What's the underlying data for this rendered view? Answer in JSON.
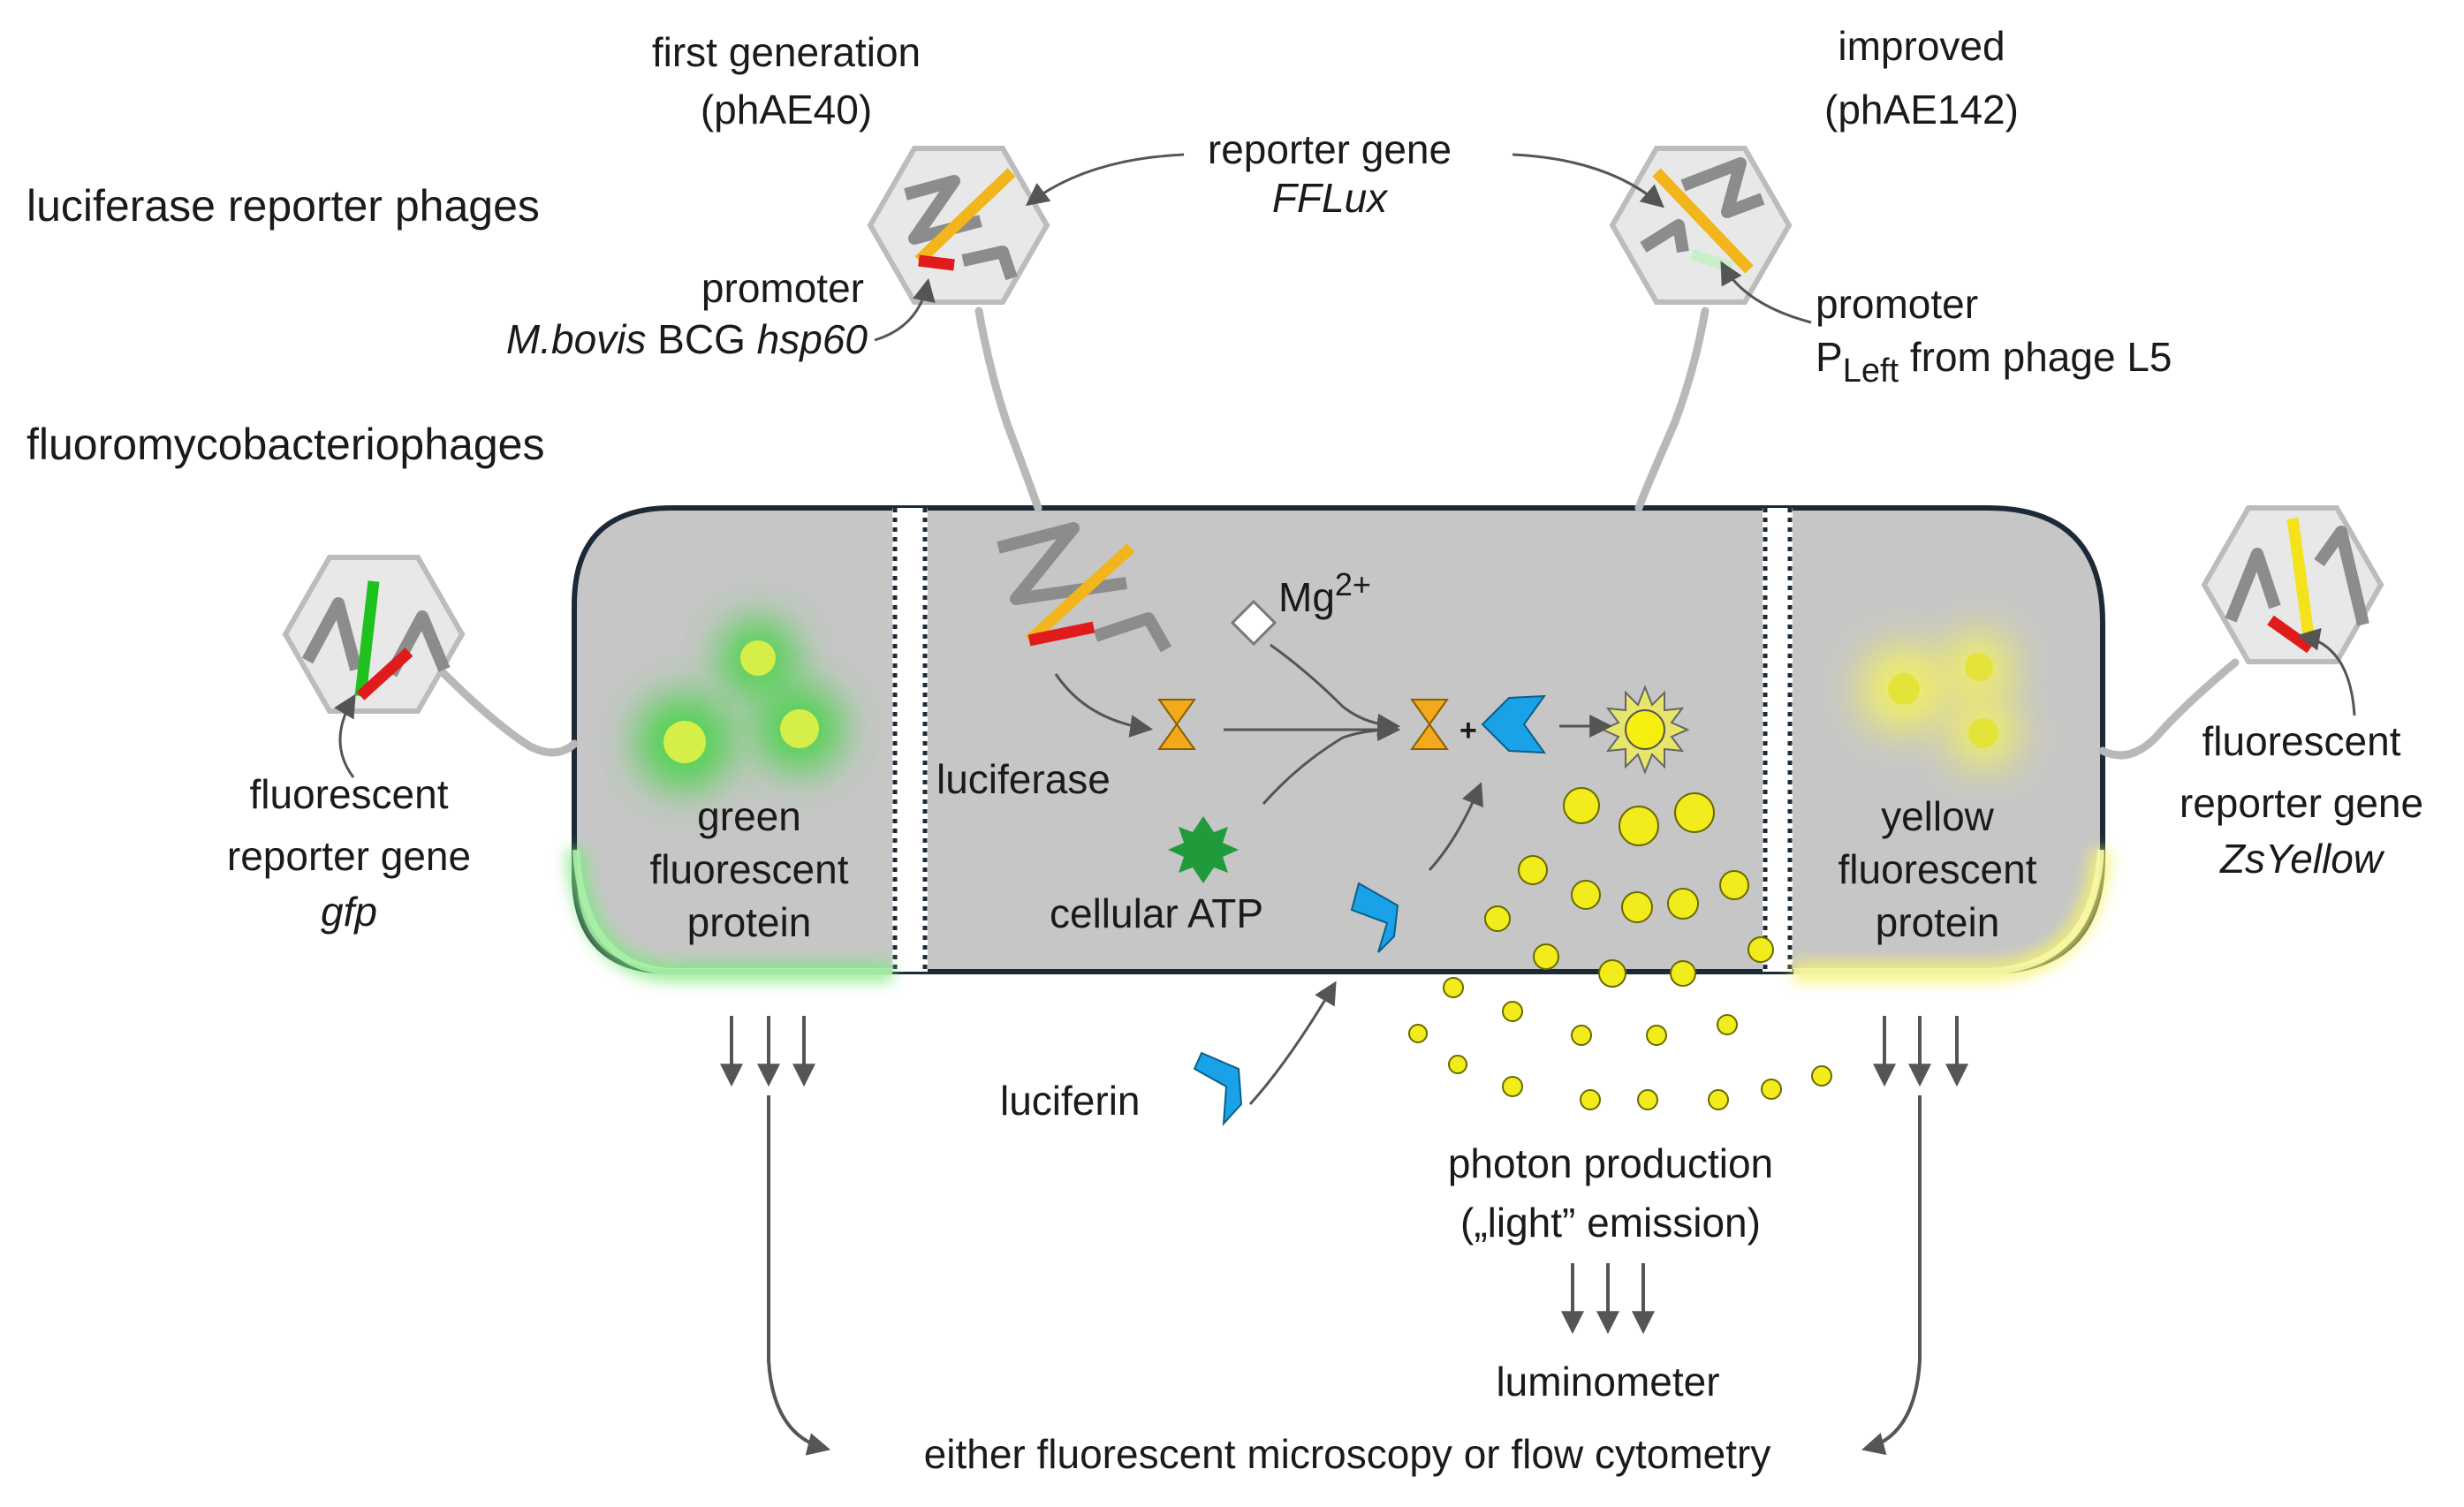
{
  "sections": {
    "luciferase_title": "luciferase  reporter phages",
    "fluoro_title": "fluoromycobacteriophages"
  },
  "phage_first": {
    "label_1": "first generation",
    "label_2": "(phAE40)",
    "promoter_label": "promoter",
    "promoter_source_1": "M.bovis",
    "promoter_source_2": " BCG ",
    "promoter_source_3": "hsp60"
  },
  "reporter_gene": {
    "label": "reporter gene",
    "name": "FFLux"
  },
  "phage_improved": {
    "label_1": "improved",
    "label_2": "(phAE142)",
    "promoter_label": "promoter",
    "promoter_p": "P",
    "promoter_sub": "Left",
    "promoter_rest": " from phage L5"
  },
  "left_phage": {
    "label_1": "fluorescent",
    "label_2": "reporter gene",
    "gene": "gfp"
  },
  "right_phage": {
    "label_1": "fluorescent",
    "label_2": "reporter gene",
    "gene": "ZsYellow"
  },
  "cell": {
    "left_text_1": "green",
    "left_text_2": "fluorescent",
    "left_text_3": "protein",
    "right_text_1": "yellow",
    "right_text_2": "fluorescent",
    "right_text_3": "protein",
    "luciferase": "luciferase",
    "atp": "cellular ATP",
    "mg": "Mg",
    "mg_sup": "2+",
    "plus": "+"
  },
  "outputs": {
    "luciferin": "luciferin",
    "photon_1": "photon production",
    "photon_2": "(„light” emission)",
    "luminometer": "luminometer",
    "readout": "either fluorescent  microscopy  or  flow cytometry"
  },
  "colors": {
    "cell_fill": "#c6c6c6",
    "cell_border": "#1c2a38",
    "luciferase_gene": "#f2b51b",
    "promoter_red": "#e01b1b",
    "gfp_green": "#1fc11f",
    "zsyellow": "#f4e21a",
    "luciferin_blue": "#1aa2e8",
    "atp_green": "#1f9b3c",
    "photon_yellow": "#f2ec1c"
  },
  "icons": [
    "phage-capsid-icon",
    "bowtie-luciferase-icon",
    "chevron-luciferin-icon",
    "atp-star-icon",
    "mg-diamond-icon",
    "sun-icon",
    "photon-dot-icon"
  ]
}
